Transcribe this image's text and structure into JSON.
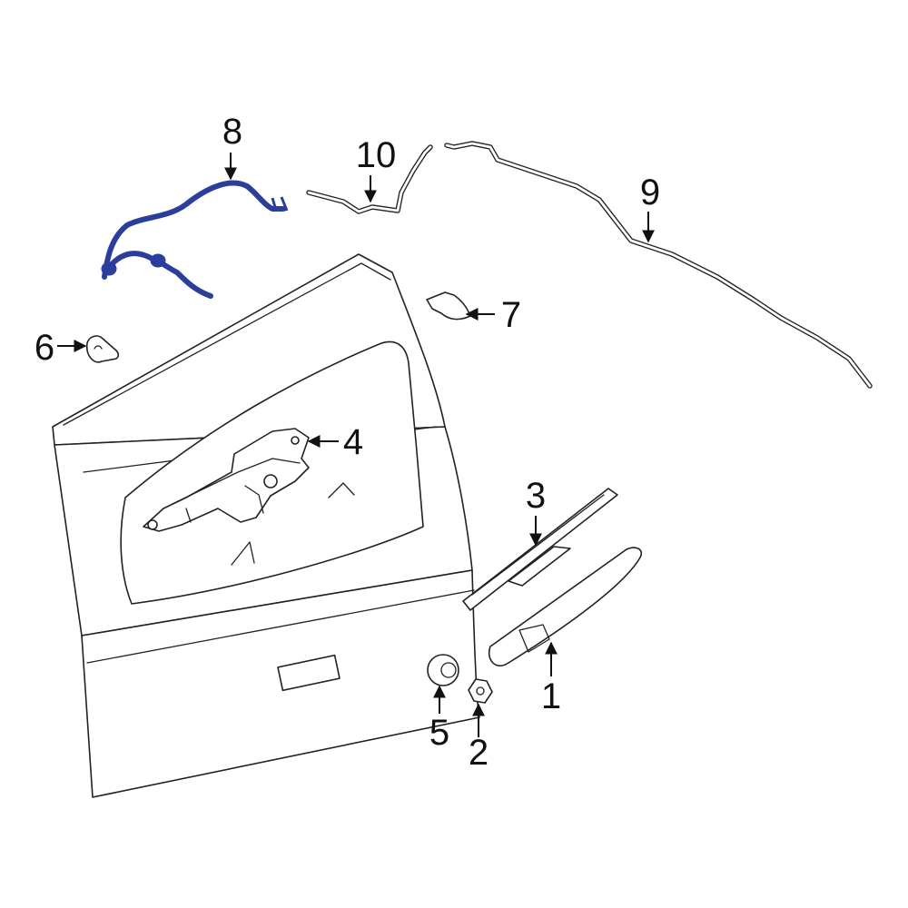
{
  "highlight_color": "#2c3e9c",
  "outline_color": "#222222",
  "callouts": {
    "c1": "1",
    "c2": "2",
    "c3": "3",
    "c4": "4",
    "c5": "5",
    "c6": "6",
    "c7": "7",
    "c8": "8",
    "c9": "9",
    "c10": "10"
  }
}
